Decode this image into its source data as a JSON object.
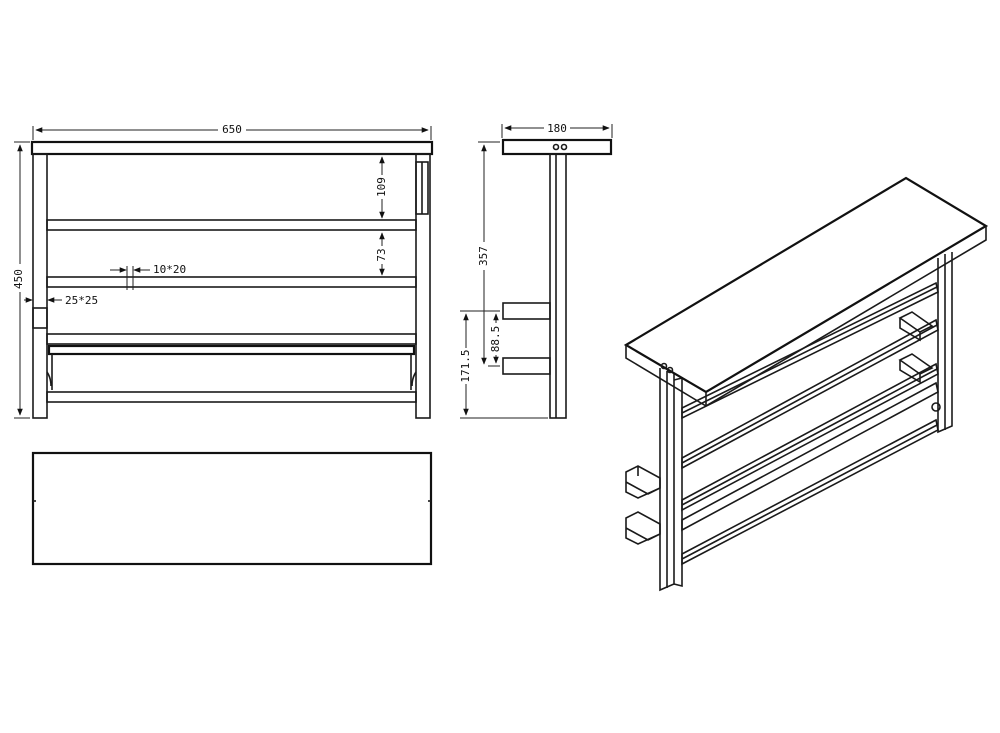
{
  "dimensions": {
    "overall_width": "650",
    "overall_height": "450",
    "depth": "180",
    "shelf_gap_top": "109",
    "shelf_gap_middle": "73",
    "bar_section": "10*20",
    "leg_section": "25*25",
    "mount_height": "357",
    "lower_bracket_height": "171.5",
    "bracket_spacing": "88.5"
  }
}
